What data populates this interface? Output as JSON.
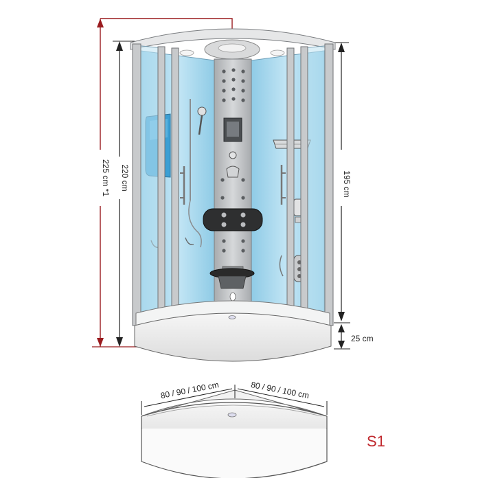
{
  "labels": {
    "total_height": "225 cm *1",
    "cabin_height": "220 cm",
    "door_height": "195 cm",
    "tray_height": "25 cm",
    "width_left": "80 / 90 / 100 cm",
    "width_right": "80 / 90 / 100 cm",
    "model": "S1"
  },
  "colors": {
    "red_dimension": "#9a1b1f",
    "glass_blue": "#a9d8ef",
    "frame_gray": "#c8cacc",
    "panel_gray": "#bfc2c5",
    "seat_black": "#2a2a2a",
    "model_label": "#c0282d"
  }
}
